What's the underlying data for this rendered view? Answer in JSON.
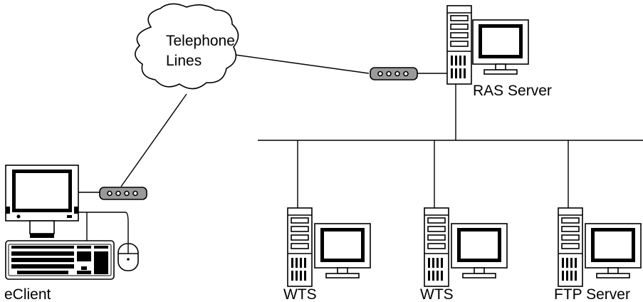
{
  "cloud": {
    "label_line1": "Telephone",
    "label_line2": "Lines"
  },
  "nodes": {
    "ras": "RAS Server",
    "wts1": "WTS",
    "wts2": "WTS",
    "ftp": "FTP Server",
    "client": "eClient"
  }
}
